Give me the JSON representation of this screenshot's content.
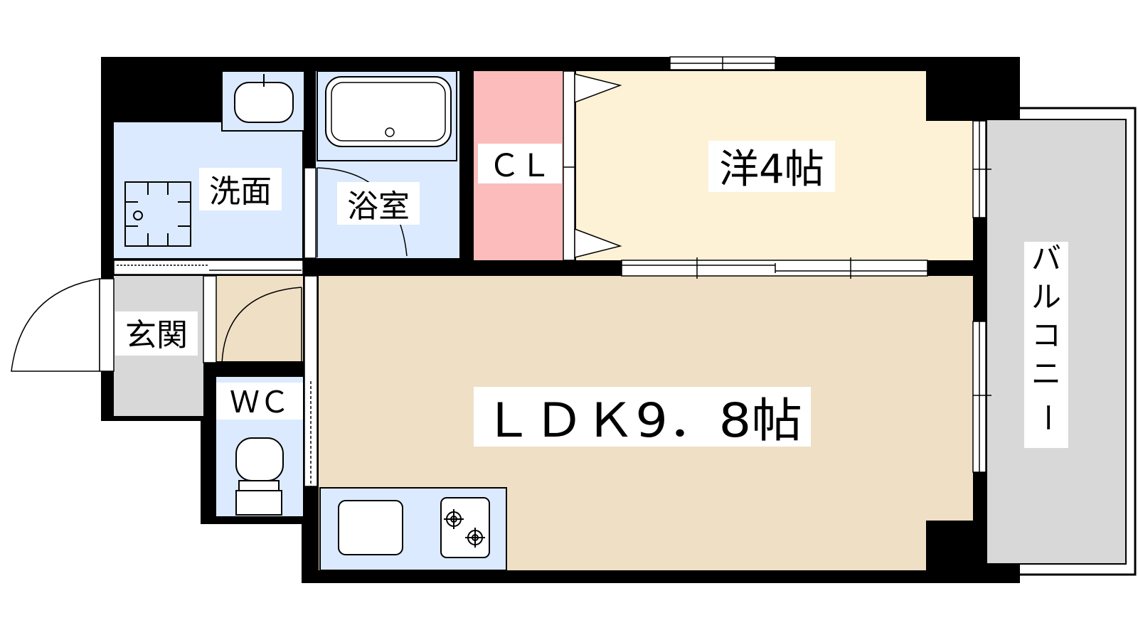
{
  "rooms": {
    "washroom": "洗面",
    "bathroom": "浴室",
    "closet": "ＣＬ",
    "western_room": "洋4帖",
    "entrance": "玄関",
    "toilet": "ＷＣ",
    "ldk": "ＬＤＫ9．8帖",
    "balcony": [
      "バ",
      "ル",
      "コ",
      "ニ",
      "ー"
    ]
  },
  "colors": {
    "wall": "#000000",
    "wet_area": "#dbeafe",
    "closet": "#fcbcbc",
    "western_room": "#fdf2d6",
    "ldk": "#efdfc5",
    "entrance": "#d8d8d8",
    "balcony": "#d8d8d8"
  }
}
